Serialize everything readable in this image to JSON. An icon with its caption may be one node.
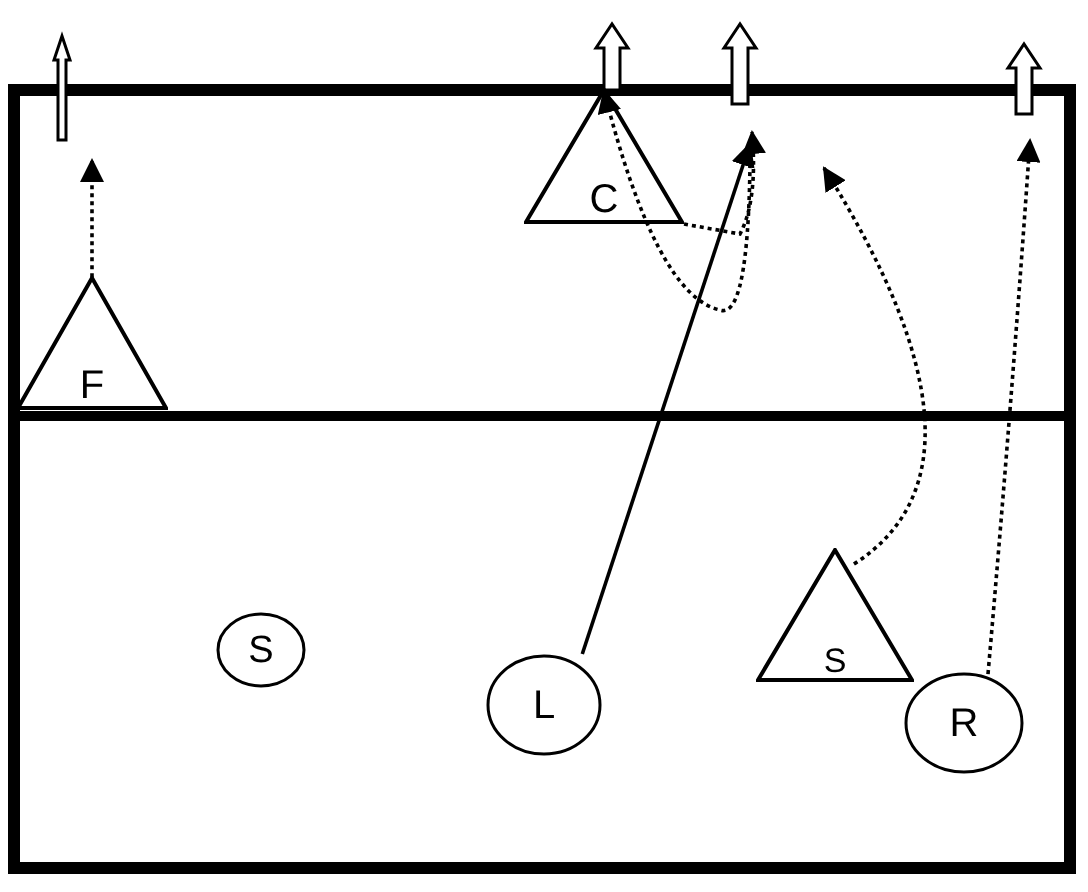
{
  "diagram": {
    "nodes": [
      {
        "text": [
          "F"
        ]
      },
      {
        "text": [
          "C"
        ]
      },
      {
        "text": [
          "S"
        ]
      },
      {
        "text": [
          "L"
        ]
      },
      {
        "text": [
          "S"
        ]
      },
      {
        "text": [
          "R"
        ]
      }
    ],
    "edges": [
      {
        "from": 0,
        "to": null,
        "arrow": "to",
        "style": "dashed"
      },
      {
        "from": 1,
        "to": null,
        "arrow": "to",
        "style": "dashed"
      },
      {
        "from": null,
        "to": 1,
        "arrow": "to",
        "style": "dashed"
      },
      {
        "from": 3,
        "to": null,
        "arrow": "to"
      },
      {
        "from": 4,
        "to": null,
        "arrow": "to",
        "style": "dashed"
      },
      {
        "from": 5,
        "to": null,
        "arrow": "to",
        "style": "dashed"
      }
    ]
  }
}
